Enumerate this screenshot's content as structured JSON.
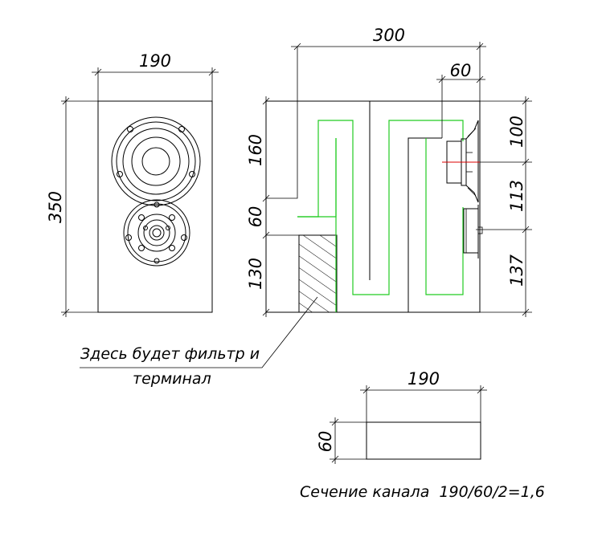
{
  "front_view": {
    "width_label": "190",
    "height_label": "350"
  },
  "side_view": {
    "depth_label": "300",
    "driver_depth_label": "60",
    "left_dims": [
      "160",
      "60",
      "130"
    ],
    "right_dims": [
      "100",
      "113",
      "137"
    ]
  },
  "annotation": {
    "line1": "Здесь будет фильтр и",
    "line2": "терминал"
  },
  "channel_section": {
    "width_label": "190",
    "height_label": "60",
    "caption": "Сечение канала  190/60/2=1,6"
  },
  "colors": {
    "line": "#000000",
    "channel": "#22cc22",
    "axis": "#dd0000"
  }
}
